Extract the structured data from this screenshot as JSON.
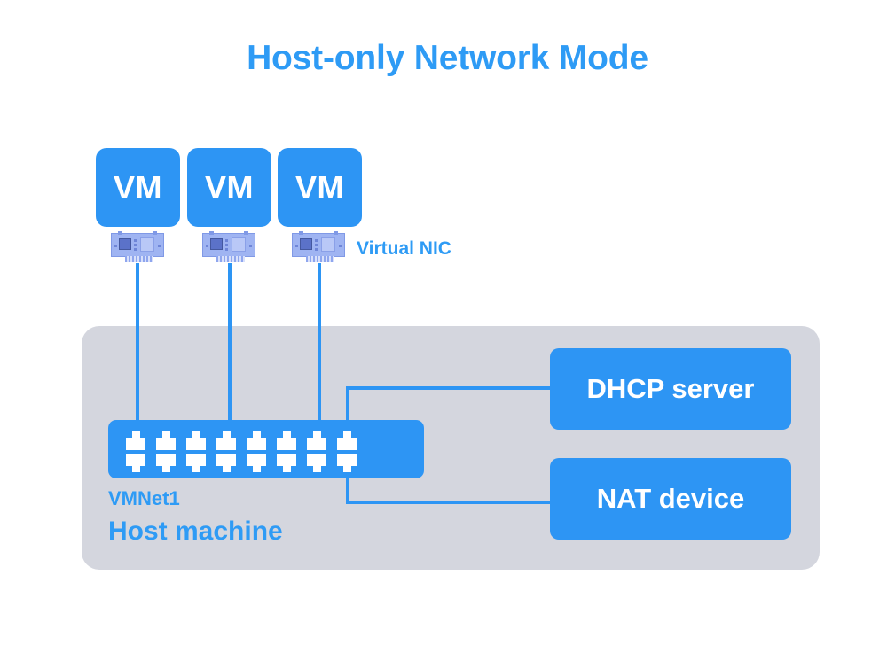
{
  "title": "Host-only Network Mode",
  "colors": {
    "accent_blue": "#2D95F4",
    "title_blue": "#2E9BF5",
    "host_container_gray": "#D4D6DE",
    "white": "#FFFFFF",
    "nic_card": "#9FB4F2"
  },
  "vms": [
    {
      "label": "VM",
      "nic_icon": "network-card-icon"
    },
    {
      "label": "VM",
      "nic_icon": "network-card-icon"
    },
    {
      "label": "VM",
      "nic_icon": "network-card-icon"
    }
  ],
  "labels": {
    "virtual_nic": "Virtual NIC",
    "vmnet": "VMNet1",
    "host_machine": "Host machine"
  },
  "switch": {
    "name": "virtual-switch",
    "port_columns": 8,
    "port_rows": 2,
    "port_icon": "rj45-port-icon"
  },
  "services": [
    {
      "label": "DHCP server"
    },
    {
      "label": "NAT device"
    }
  ],
  "connections": [
    {
      "from": "vm-1-nic",
      "to": "switch"
    },
    {
      "from": "vm-2-nic",
      "to": "switch"
    },
    {
      "from": "vm-3-nic",
      "to": "switch"
    },
    {
      "from": "switch",
      "to": "dhcp-server"
    },
    {
      "from": "switch",
      "to": "nat-device"
    }
  ]
}
